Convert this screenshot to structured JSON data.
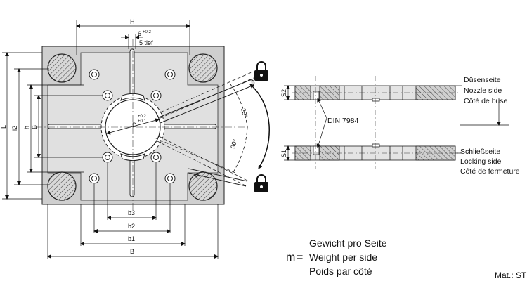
{
  "dims": {
    "H": "H",
    "slot_w": "6",
    "slot_w_tol": "+0,2",
    "slot_depth": "5 tief",
    "L": "L",
    "l2": "l2",
    "h": "h",
    "B_left": "B",
    "D": "D",
    "D_tol_top": "+0,2",
    "D_tol_bot": "+0,1",
    "angle_23": "23°",
    "angle_30": "30°",
    "R": "R",
    "b3": "b3",
    "b2": "b2",
    "b1": "b1",
    "B": "B",
    "S2": "S2",
    "S1": "S1",
    "din": "DIN 7984"
  },
  "nozzle_side": {
    "de": "Düsenseite",
    "en": "Nozzle side",
    "fr": "Côté de buse"
  },
  "locking_side": {
    "de": "Schließseite",
    "en": "Locking side",
    "fr": "Côté de fermeture"
  },
  "weight": {
    "symbol": "m",
    "eq": "=",
    "de": "Gewicht pro Seite",
    "en": "Weight per side",
    "fr": "Poids par côté"
  },
  "material": "Mat.: ST",
  "icons": [
    "lock-icon-closed",
    "lock-icon-open"
  ]
}
